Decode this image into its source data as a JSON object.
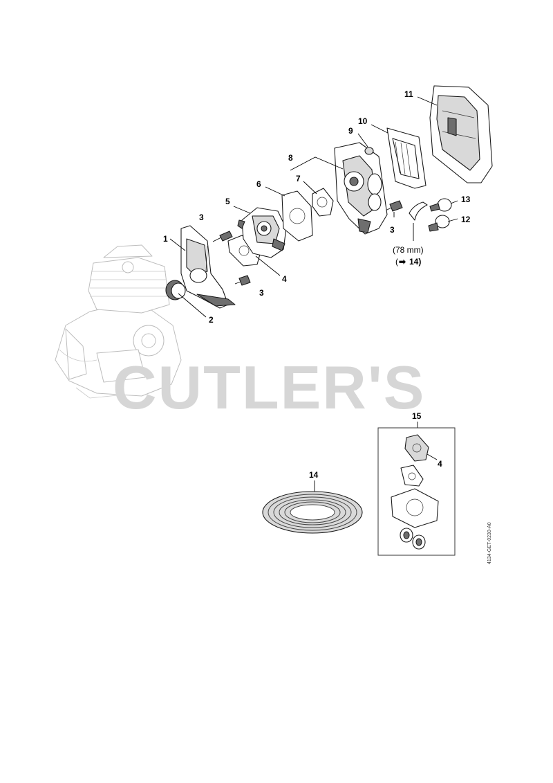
{
  "watermark": "CUTLER'S",
  "drawing_code": "4134-GET-0230-A0",
  "note": {
    "length": "(78 mm)",
    "arrow": "➡",
    "ref": "14)",
    "open": "("
  },
  "callouts": {
    "c1": "1",
    "c2": "2",
    "c3a": "3",
    "c3b": "3",
    "c3c": "3",
    "c4a": "4",
    "c4b": "4",
    "c5": "5",
    "c6": "6",
    "c7": "7",
    "c8": "8",
    "c9": "9",
    "c10": "10",
    "c11": "11",
    "c12": "12",
    "c13": "13",
    "c14": "14",
    "c15": "15"
  }
}
